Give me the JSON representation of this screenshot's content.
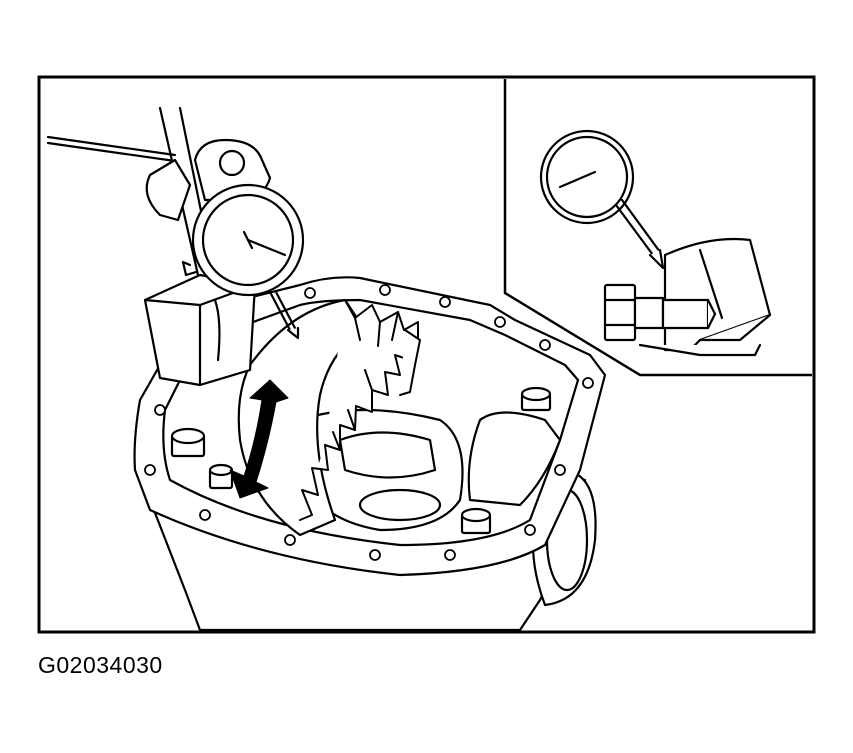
{
  "figure": {
    "id_label": "G02034030",
    "line_color": "#000000",
    "fill_color": "#ffffff",
    "icons": {
      "main_view": "differential-ring-gear-backlash-measurement",
      "dial_indicator": "dial-indicator-icon",
      "arrow": "double-arrow-icon",
      "inset_view": "dial-gauge-detail-inset"
    }
  }
}
